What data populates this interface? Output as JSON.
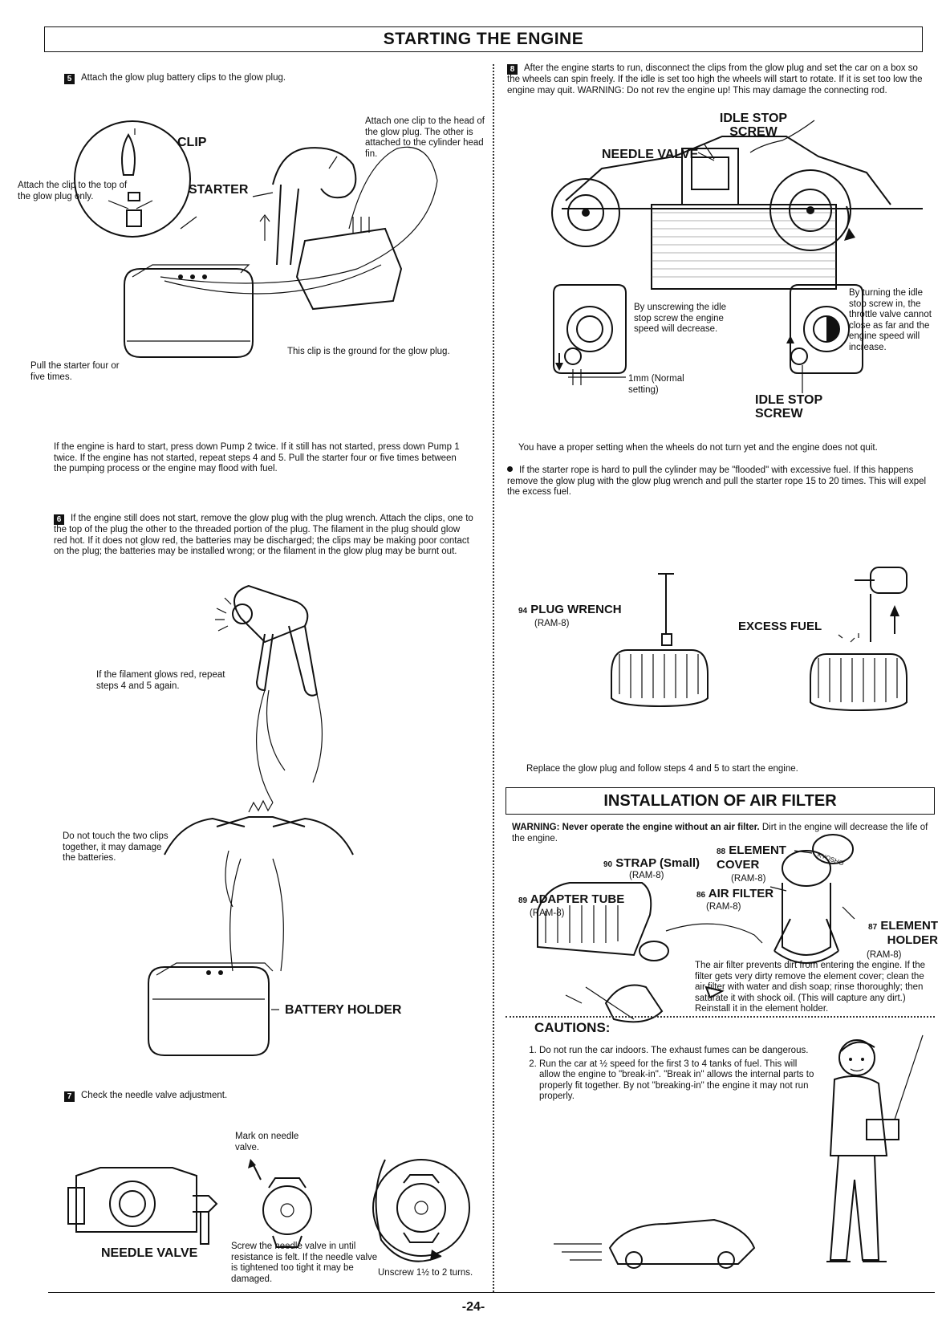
{
  "header": {
    "title": "STARTING THE ENGINE"
  },
  "left": {
    "step5": {
      "num": "5",
      "text": "Attach the glow plug battery clips to the glow plug."
    },
    "fig1": {
      "clip": "CLIP",
      "starter": "STARTER",
      "attach_top": "Attach the clip to the top of the glow plug only.",
      "attach_one": "Attach one clip to the head of the glow plug. The other is attached to the cylinder head fin.",
      "ground": "This clip is the ground for the glow plug.",
      "pull": "Pull the starter four or five times."
    },
    "hard_start": "If the engine is hard to start, press down Pump 2 twice. If it still has not started, press down Pump 1 twice. If the engine has not started, repeat steps 4 and 5. Pull the starter four or five times between the pumping process or the engine may flood with fuel.",
    "step6": {
      "num": "6",
      "text": "If the engine still does not start, remove the glow plug with the plug wrench. Attach the clips, one to the top of the plug the other to the threaded portion of the plug. The filament in the plug should glow red hot. If it does not glow red, the batteries may be discharged; the clips may be making poor contact on the plug; the batteries may be installed wrong; or the filament in the glow plug may be burnt out."
    },
    "filament_note": "If the filament glows red, repeat steps 4 and 5 again.",
    "clips_note": "Do not touch the two clips together, it may damage the batteries.",
    "battery_holder": "BATTERY HOLDER",
    "step7": {
      "num": "7",
      "text": "Check the needle valve adjustment."
    },
    "needle": {
      "label": "NEEDLE VALVE",
      "mark": "Mark on needle valve.",
      "screw": "Screw the needle valve in until resistance is felt. If the needle valve is tightened too tight it may be damaged.",
      "unscrew": "Unscrew 1½ to 2 turns."
    }
  },
  "right": {
    "step8": {
      "num": "8",
      "text": "After the engine starts to run, disconnect the clips from the glow plug and set the car on a box so the wheels can spin freely. If the idle is set too high the wheels will start to rotate. If it is set too low the engine may quit. WARNING:  Do not rev the engine up! This may damage the connecting rod."
    },
    "car": {
      "idle_stop": "IDLE STOP SCREW",
      "needle_valve": "NEEDLE VALVE"
    },
    "idle": {
      "unscrew": "By unscrewing the idle stop screw the engine speed will decrease.",
      "turning": "By turning the idle stop screw in, the throttle valve cannot close as far and the engine speed will increase.",
      "mm": "1mm (Normal setting)",
      "label": "IDLE STOP SCREW"
    },
    "proper": "You have a proper setting when the wheels do not turn yet and the engine does not quit.",
    "flooded": "If the starter rope is hard to pull the cylinder may be \"flooded\" with excessive fuel. If this happens remove the glow plug with the glow plug wrench and pull the starter rope 15 to 20 times. This will expel the excess fuel.",
    "wrench": {
      "num": "94",
      "label": "PLUG WRENCH",
      "part": "(RAM-8)",
      "excess": "EXCESS FUEL"
    },
    "replace": "Replace the glow plug and follow steps 4 and 5 to start the engine.",
    "air": {
      "title": "INSTALLATION OF AIR FILTER",
      "warning_bold": "WARNING:  Never operate the engine without an air filter.",
      "warning_rest": " Dirt in the engine will decrease the life of the engine.",
      "element_cover_num": "88",
      "element_cover": "ELEMENT COVER",
      "element_cover_part": "(RAM-8)",
      "strap_num": "90",
      "strap": "STRAP (Small)",
      "strap_part": "(RAM-8)",
      "air_filter_num": "86",
      "air_filter": "AIR FILTER",
      "air_filter_part": "(RAM-8)",
      "adapter_num": "89",
      "adapter": "ADAPTER TUBE",
      "adapter_part": "(RAM-8)",
      "holder_num": "87",
      "holder": "ELEMENT HOLDER",
      "holder_part": "(RAM-8)",
      "logo": "KYOSHO",
      "desc": "The air filter prevents dirt from entering the engine. If the filter gets very dirty remove the element cover; clean the air filter with water and dish soap; rinse thoroughly; then saturate it with shock oil. (This will capture any dirt.) Reinstall it in the element holder."
    },
    "cautions": {
      "title": "CAUTIONS:",
      "items": [
        "Do not run the car indoors. The exhaust fumes can be dangerous.",
        "Run the car at ½ speed for the first 3 to 4 tanks of fuel. This will allow the engine to \"break-in\". \"Break in\" allows the internal parts to properly fit together. By not \"breaking-in\" the engine it may not run properly."
      ]
    }
  },
  "footer": {
    "page": "-24-"
  }
}
